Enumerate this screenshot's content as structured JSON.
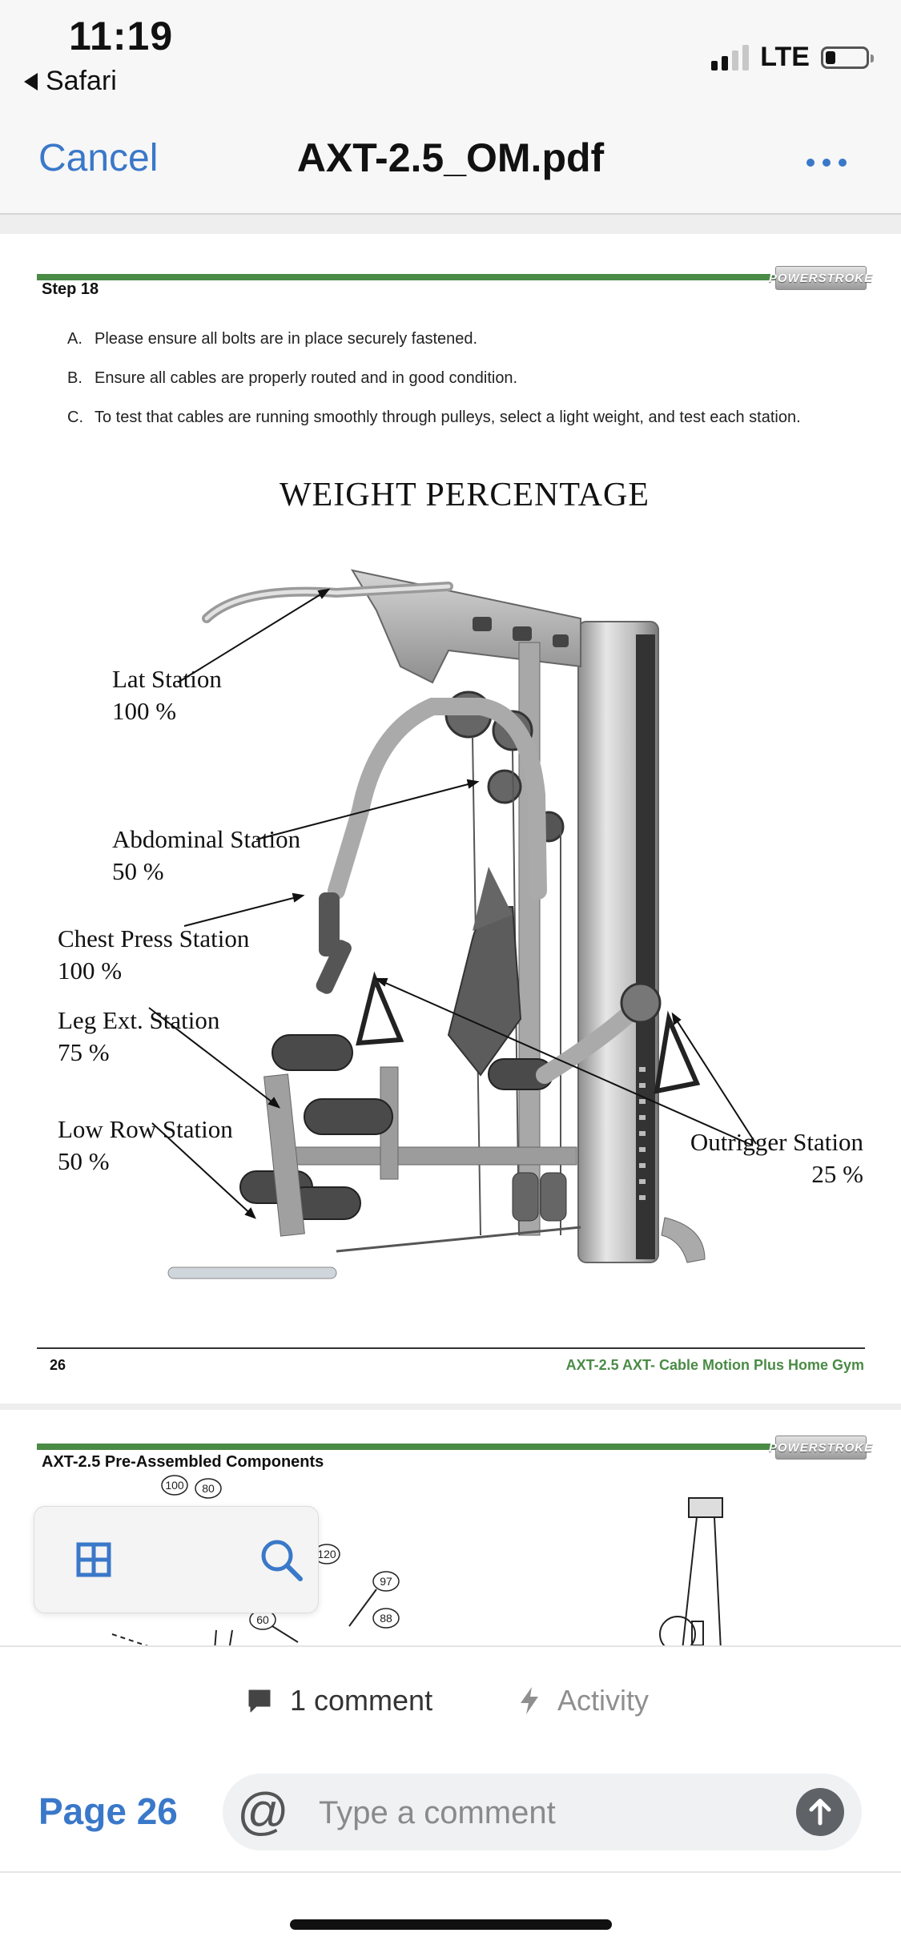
{
  "status_bar": {
    "time": "11:19",
    "back_app": "Safari",
    "carrier": "LTE",
    "signal_bars_active": 2,
    "signal_bars_total": 4,
    "battery_level": 0.25
  },
  "nav": {
    "cancel_label": "Cancel",
    "document_title": "AXT-2.5_OM.pdf",
    "more_icon": "ellipsis-icon",
    "accent_color": "#3a78c9"
  },
  "pdf": {
    "brand_logo_text": "POWERSTROKE",
    "page26": {
      "step_label": "Step   18",
      "instructions": [
        {
          "letter": "A.",
          "text": "Please ensure all bolts are in place securely fastened."
        },
        {
          "letter": "B.",
          "text": "Ensure all cables are properly routed and in good condition."
        },
        {
          "letter": "C.",
          "text": "To test that cables are running smoothly through pulleys, select a light weight, and test each station."
        }
      ],
      "diagram_title": "WEIGHT PERCENTAGE",
      "stations": [
        {
          "name": "Lat Station",
          "percent": "100 %"
        },
        {
          "name": "Abdominal Station",
          "percent": "50 %"
        },
        {
          "name": "Chest Press Station",
          "percent": "100 %"
        },
        {
          "name": "Leg Ext. Station",
          "percent": "75 %"
        },
        {
          "name": "Low Row Station",
          "percent": "50 %"
        },
        {
          "name": "Outrigger Station",
          "percent": "25 %"
        }
      ],
      "page_number": "26",
      "footer_model": "AXT-2.5   AXT- Cable Motion Plus Home Gym"
    },
    "page27": {
      "header": "AXT-2.5    Pre-Assembled Components",
      "callouts": [
        "100",
        "80",
        "120",
        "97",
        "60",
        "88"
      ]
    },
    "green_color": "#4a8b46"
  },
  "tools": {
    "thumbnails_icon": "grid-icon",
    "search_icon": "search-icon"
  },
  "comments": {
    "comments_tab_label": "1 comment",
    "activity_tab_label": "Activity",
    "page_indicator": "Page 26",
    "input_placeholder": "Type a comment"
  }
}
